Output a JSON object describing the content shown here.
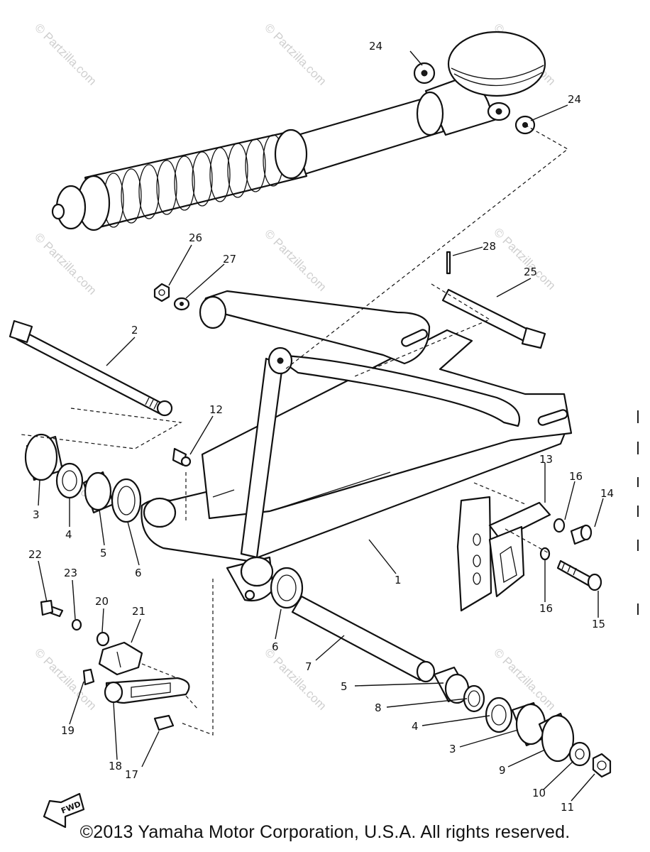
{
  "diagram": {
    "callouts": {
      "c1": "1",
      "c2": "2",
      "c3a": "3",
      "c3b": "3",
      "c4a": "4",
      "c4b": "4",
      "c5a": "5",
      "c5b": "5",
      "c6a": "6",
      "c6b": "6",
      "c7": "7",
      "c8": "8",
      "c9": "9",
      "c10": "10",
      "c11": "11",
      "c12": "12",
      "c13": "13",
      "c14": "14",
      "c15": "15",
      "c16a": "16",
      "c16b": "16",
      "c17": "17",
      "c18": "18",
      "c19": "19",
      "c20": "20",
      "c21": "21",
      "c22": "22",
      "c23": "23",
      "c24a": "24",
      "c24b": "24",
      "c25": "25",
      "c26": "26",
      "c27": "27",
      "c28": "28"
    },
    "watermark": "© Partzilla.com",
    "fwd_label": "FWD"
  },
  "footer": {
    "copyright": "©2013 Yamaha Motor Corporation, U.S.A. All rights reserved."
  }
}
